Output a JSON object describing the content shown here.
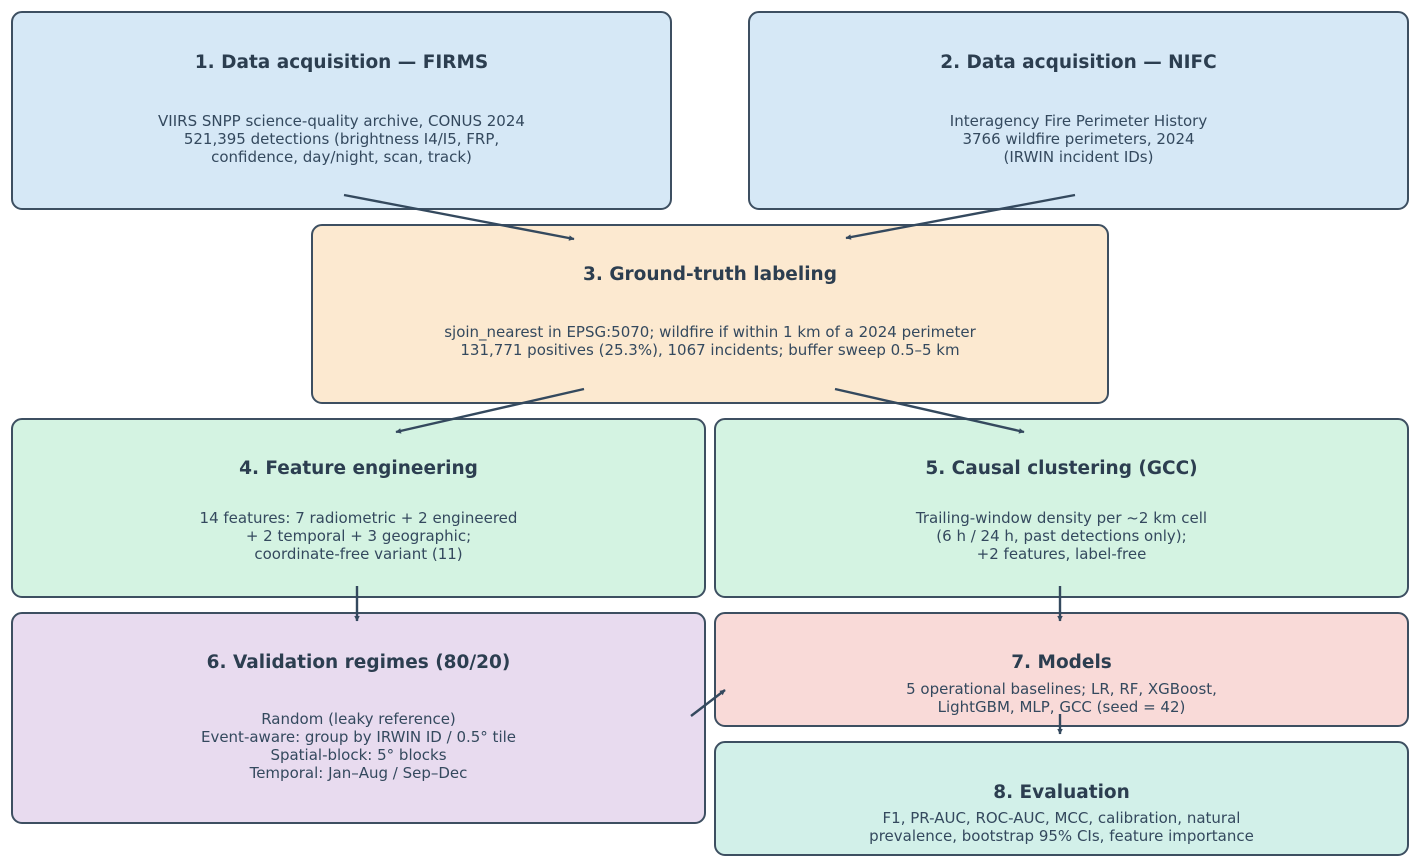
{
  "steps": [
    {
      "title": "1. Data acquisition — FIRMS",
      "lines": [
        "VIIRS SNPP science-quality archive, CONUS 2024",
        "521,395 detections (brightness I4/I5, FRP,",
        "confidence, day/night, scan, track)"
      ]
    },
    {
      "title": "2. Data acquisition — NIFC",
      "lines": [
        "Interagency Fire Perimeter History",
        "3766 wildfire perimeters, 2024",
        "(IRWIN incident IDs)"
      ]
    },
    {
      "title": "3. Ground-truth labeling",
      "lines": [
        "sjoin_nearest in EPSG:5070; wildfire if within 1 km of a 2024 perimeter",
        "131,771 positives (25.3%), 1067 incidents; buffer sweep 0.5–5 km"
      ]
    },
    {
      "title": "4. Feature engineering",
      "lines": [
        "14 features: 7 radiometric + 2 engineered",
        "+ 2 temporal + 3 geographic;",
        "coordinate-free variant (11)"
      ]
    },
    {
      "title": "5. Causal clustering (GCC)",
      "lines": [
        "Trailing-window density per ~2 km cell",
        "(6 h / 24 h, past detections only);",
        "+2 features, label-free"
      ]
    },
    {
      "title": "6. Validation regimes (80/20)",
      "lines": [
        "Random (leaky reference)",
        "Event-aware: group by IRWIN ID / 0.5° tile",
        "Spatial-block: 5° blocks",
        "Temporal: Jan–Aug / Sep–Dec"
      ]
    },
    {
      "title": "7. Models",
      "lines": [
        "5 operational baselines; LR, RF, XGBoost,",
        "LightGBM, MLP, GCC (seed = 42)"
      ]
    },
    {
      "title": "8. Evaluation",
      "lines": [
        "F1, PR-AUC, ROC-AUC, MCC, calibration, natural",
        "prevalence, bootstrap 95% CIs, feature importance"
      ]
    }
  ],
  "colors": {
    "arrow": "#34495e",
    "border": "#3d4f61"
  }
}
